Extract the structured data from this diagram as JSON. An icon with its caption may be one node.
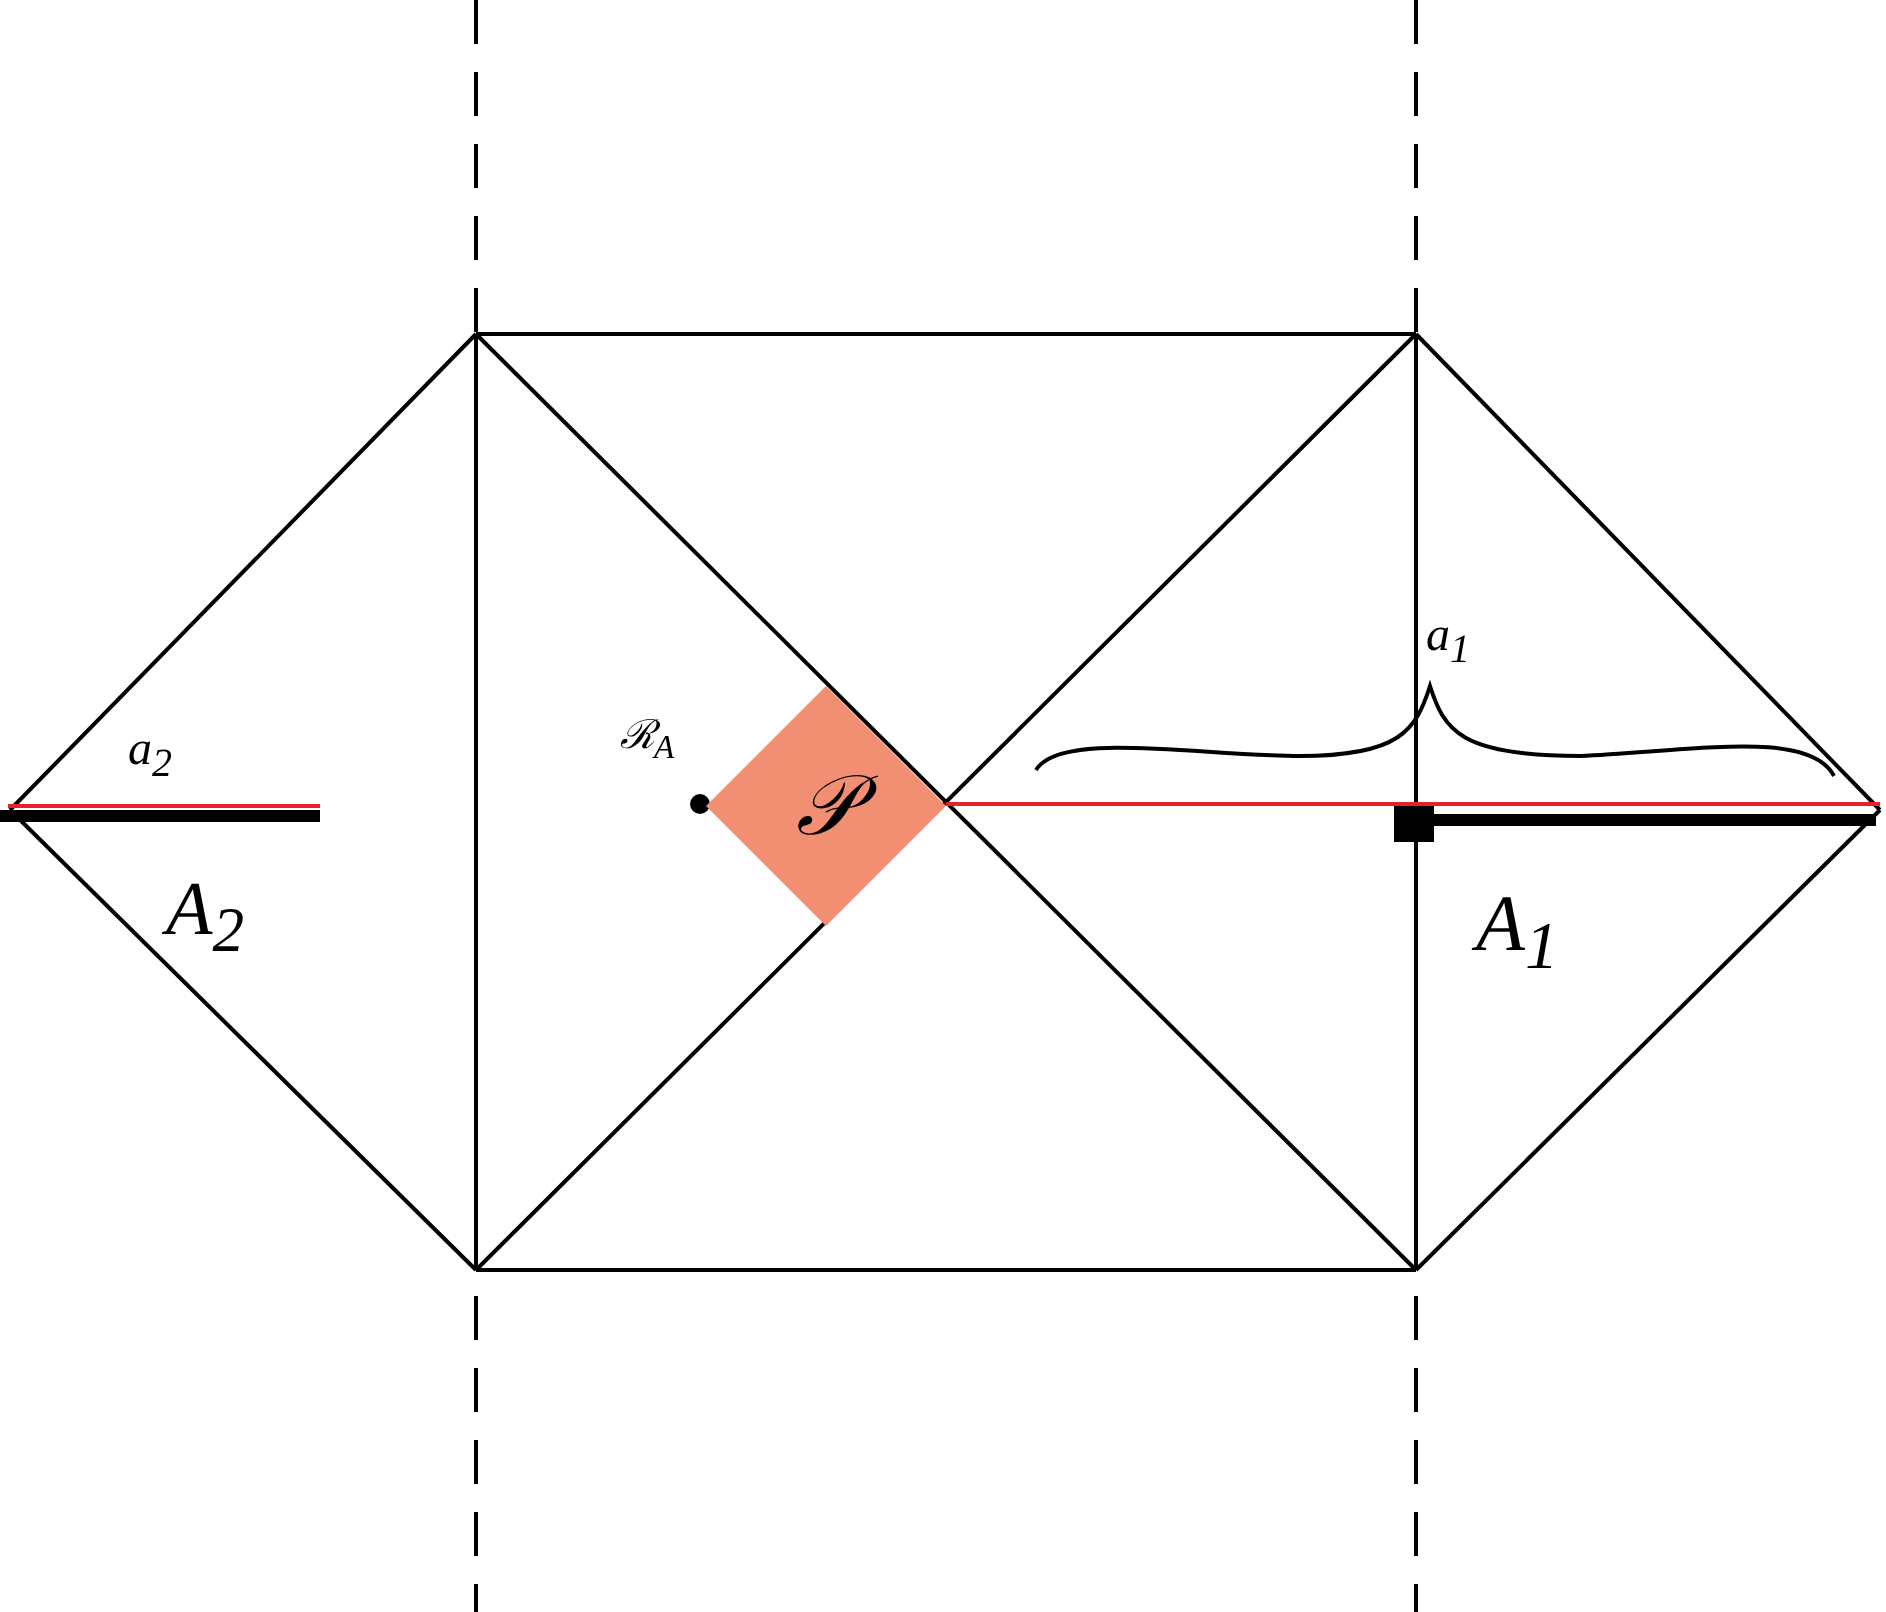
{
  "diagram": {
    "nodes": [
      {
        "text": [
          "𝒫"
        ]
      }
    ],
    "labels": [
      "a$_{2}$",
      "ℛ$_{A}$",
      "a$_{1}$",
      "A$_{2}$",
      "A$_{1}$"
    ]
  }
}
